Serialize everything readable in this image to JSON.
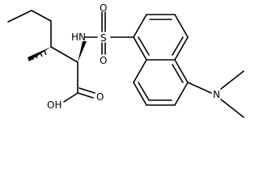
{
  "molecule": {
    "atoms": {
      "nh": "HN",
      "s": "S",
      "o_top": "O",
      "o_bottom": "O",
      "o_carbonyl": "O",
      "oh": "OH",
      "n_amine": "N"
    }
  },
  "colors": {
    "bond": "#000000",
    "background": "#ffffff"
  }
}
